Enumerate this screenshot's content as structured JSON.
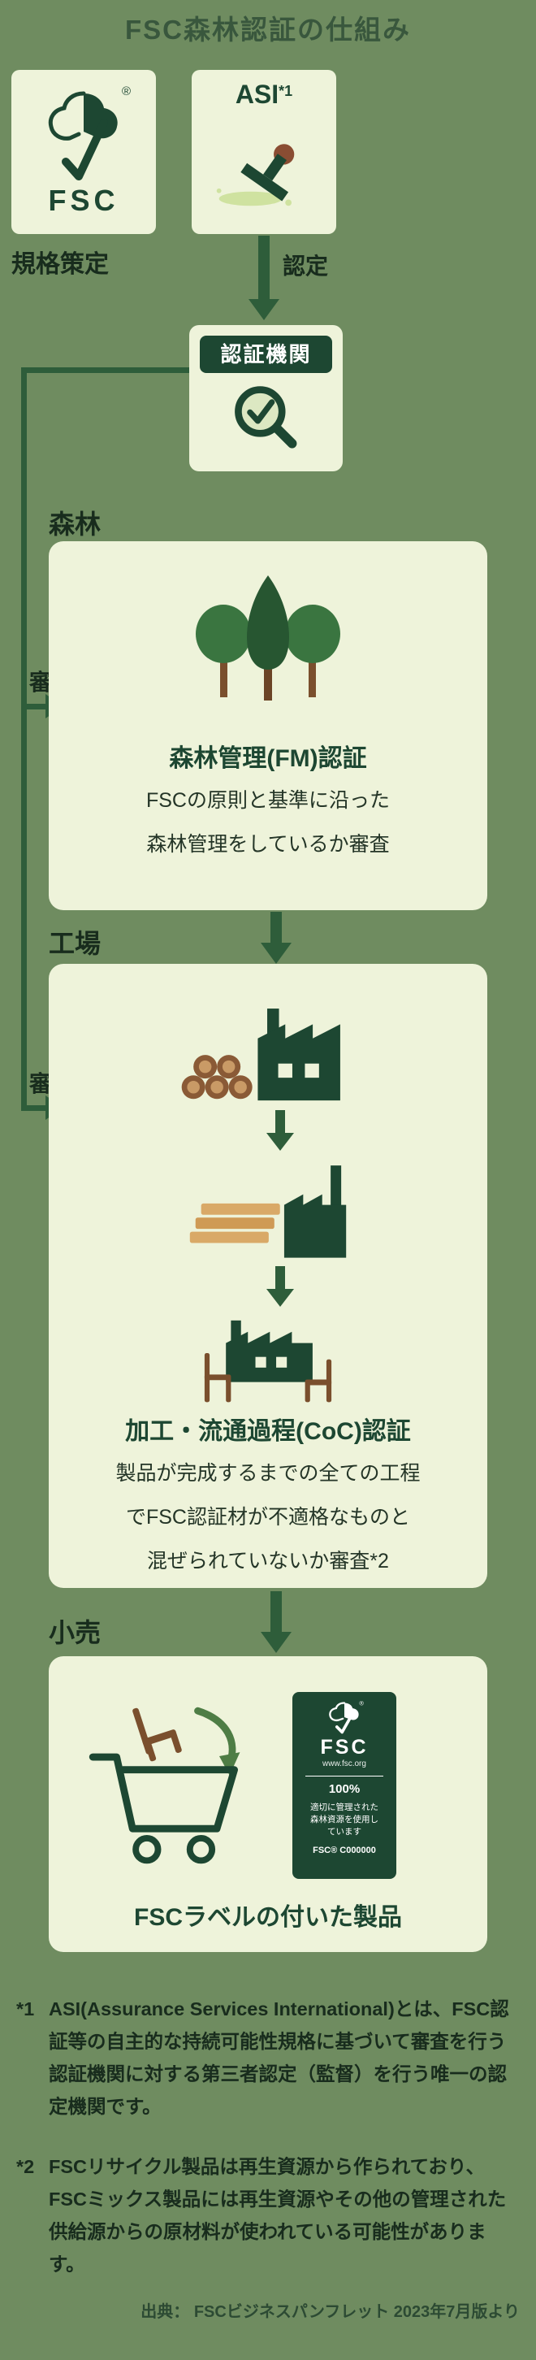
{
  "title": "FSC森林認証の仕組み",
  "actors": {
    "fsc": {
      "logo_text": "FSC",
      "reg_mark": "®",
      "role": "規格策定"
    },
    "asi": {
      "name": "ASI",
      "note_ref": "*1",
      "relation_label": "認定"
    },
    "cert_body": {
      "name": "認証機関"
    }
  },
  "sections": {
    "forest": {
      "tag": "森林",
      "audit_label": "審査",
      "heading": "森林管理(FM)認証",
      "lines": [
        "FSCの原則と基準に沿った",
        "森林管理をしているか審査"
      ]
    },
    "factory": {
      "tag": "工場",
      "audit_label": "審査",
      "heading": "加工・流通過程(CoC)認証",
      "lines": [
        "製品が完成するまでの全ての工程",
        "でFSC認証材が不適格なものと",
        "混ぜられていないか審査*2"
      ]
    },
    "retail": {
      "tag": "小売",
      "heading": "FSCラベルの付いた製品",
      "fsc_label": {
        "logo_text": "FSC",
        "reg_mark": "®",
        "url": "www.fsc.org",
        "percent": "100%",
        "claim_lines": [
          "適切に管理された",
          "森林資源を使用し",
          "ています"
        ],
        "license_code": "FSC® C000000"
      }
    }
  },
  "footnotes": [
    {
      "marker": "*1",
      "text": "ASI(Assurance Services International)とは、FSC認証等の自主的な持続可能性規格に基づいて審査を行う認証機関に対する第三者認定（監督）を行う唯一の認定機関です。"
    },
    {
      "marker": "*2",
      "text": "FSCリサイクル製品は再生資源から作られており、FSCミックス製品には再生資源やその他の管理された供給源からの原材料が使われている可能性があります。"
    }
  ],
  "source": "出典： FSCビジネスパンフレット 2023年7月版より",
  "colors": {
    "background": "#6f8c60",
    "panel": "#eef3da",
    "deep_green": "#1d4732",
    "arrow_green": "#2e5d3a",
    "text_dark": "#182c1d",
    "wood_brown": "#7a4f2d"
  }
}
